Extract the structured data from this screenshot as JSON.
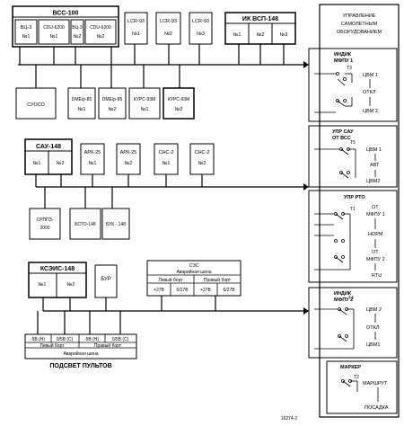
{
  "top": {
    "vss100": {
      "title": "ВСС-100",
      "subs": [
        {
          "name": "ВЦ-3",
          "num": "№1"
        },
        {
          "name": "CDU-6200",
          "num": "№1"
        },
        {
          "name": "ВЦ-3",
          "num": "№2"
        },
        {
          "name": "CDU-6200",
          "num": "№2"
        }
      ]
    },
    "lcr": [
      {
        "name": "LCR-93",
        "num": "№1"
      },
      {
        "name": "LCR-93",
        "num": "№2"
      },
      {
        "name": "LCR-93",
        "num": "№3"
      }
    ],
    "ikvsp": {
      "title": "ИК ВСП-148",
      "nums": [
        "№1",
        "№2",
        "№3"
      ]
    }
  },
  "mid1": [
    {
      "name": "СУОСО",
      "num": ""
    },
    {
      "name": "DME/р-85",
      "num": "№1"
    },
    {
      "name": "DME/р-85",
      "num": "№2"
    },
    {
      "name": "КУРС-93М",
      "num": "№1"
    },
    {
      "name": "КУРС-93М",
      "num": "№2"
    }
  ],
  "sau": {
    "title": "САУ-148",
    "nums": [
      "№1",
      "№2"
    ]
  },
  "row2": [
    {
      "name": "АРК-25",
      "num": "№1"
    },
    {
      "name": "АРК-25",
      "num": "№2"
    },
    {
      "name": "СНС-2",
      "num": "№1"
    },
    {
      "name": "СНС-2",
      "num": "№2"
    }
  ],
  "row3": [
    {
      "lines": [
        "СРППЗ-",
        "2000"
      ]
    },
    {
      "lines": [
        "БСТО-148"
      ]
    },
    {
      "lines": [
        "БУК - 148"
      ]
    }
  ],
  "ksei": {
    "title": "КСЭИС-148",
    "nums": [
      "№1",
      "№2"
    ]
  },
  "bur": "БУР",
  "sds": {
    "title": "СЭС",
    "subtitle": "Аварийная шина",
    "left": "Левый борт",
    "right": "Правый борт",
    "cells": [
      "+27В",
      "б/27В",
      "+27В",
      "б/27В"
    ]
  },
  "podsvet": {
    "cells": [
      "-5В (Н)",
      "0/5В (С)",
      "-5В (Н)",
      "0/5В (С)"
    ],
    "left": "Левый борт",
    "right": "Правый борт",
    "subtitle": "Аварийная шина",
    "title": "ПОДСВЕТ ПУЛЬТОВ"
  },
  "panel": {
    "title_lines": [
      "УПРАВЛЕНИЕ",
      "САМОЛЕТНЫМ",
      "ОБОРУДОВАНИЕМ"
    ],
    "sections": [
      {
        "title_lines": [
          "ИНДИК",
          "МФПУ 1"
        ],
        "switch": "Т3",
        "pos": [
          "ЦВМ 1",
          "ОТКЛ",
          "ЦВМ 2"
        ]
      },
      {
        "title_lines": [
          "УПР САУ",
          "ОТ ВСС"
        ],
        "switch": "Т5",
        "pos": [
          "ЦВМ 1",
          "АВТ",
          "ЦВМ2"
        ]
      },
      {
        "title_lines": [
          "УПР РТО"
        ],
        "switch": "Т1",
        "pos": [
          "ОТ",
          "МФПУ 1",
          "НОРМ",
          "ОТ",
          "МФПУ 2",
          "RTU"
        ]
      },
      {
        "title_lines": [
          "ИНДИК",
          "МФПУ 2"
        ],
        "switch": "Т4",
        "pos": [
          "ЦВМ 2",
          "ОТКЛ",
          "ЦВМ1"
        ]
      },
      {
        "title_lines": [
          "МАРКЕР"
        ],
        "switch": "Т2",
        "pos": [
          "МАРШРУТ",
          "ПОСАДКА"
        ]
      }
    ]
  },
  "figure_number": "16274-2"
}
